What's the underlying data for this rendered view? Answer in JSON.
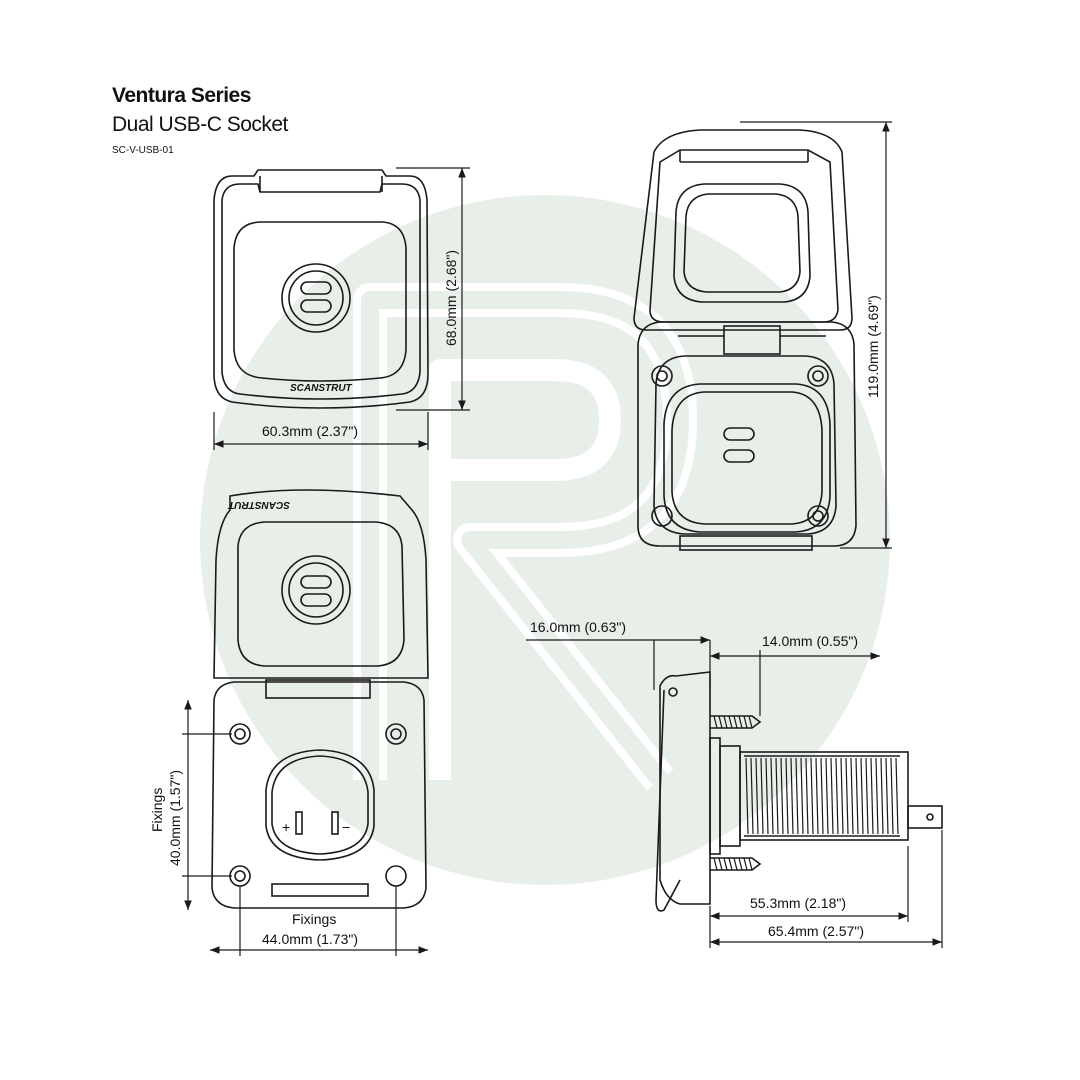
{
  "header": {
    "series": "Ventura Series",
    "product": "Dual USB-C Socket",
    "sku": "SC-V-USB-01"
  },
  "brand_text": "SCANSTRUT",
  "dimensions": {
    "width": "60.3mm (2.37\")",
    "height_closed": "68.0mm (2.68\")",
    "height_open": "119.0mm (4.69\")",
    "bezel_depth": "16.0mm (0.63\")",
    "screw_length": "14.0mm (0.55\")",
    "body_depth": "55.3mm (2.18\")",
    "total_depth": "65.4mm (2.57\")",
    "fixings_label": "Fixings",
    "fixings_vertical": "40.0mm (1.57\")",
    "fixings_horizontal": "44.0mm (1.73\")"
  },
  "terminal_labels": {
    "positive": "+",
    "negative": "−"
  },
  "colors": {
    "line": "#1a1a1a",
    "watermark": "#e6ede7",
    "background": "#ffffff"
  }
}
